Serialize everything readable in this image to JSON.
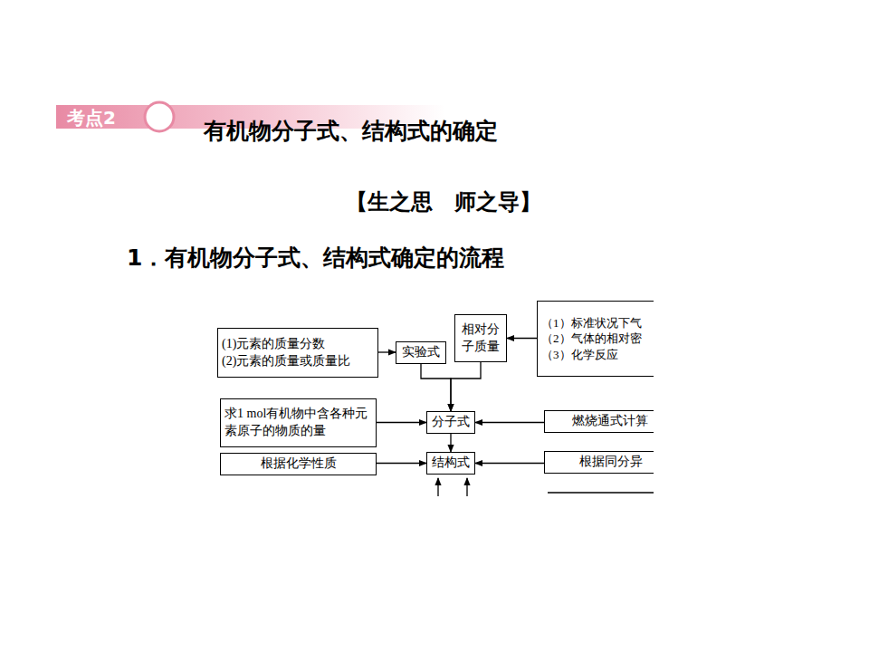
{
  "diagram": {
    "title": "有机物分子式、结构式的确定",
    "nodes": [
      {
        "text": [
          "(1)元素的质量分数",
          "(2)元素的质量或质量比"
        ]
      },
      {
        "text": [
          "实验式"
        ]
      },
      {
        "text": [
          "相对分子质量"
        ]
      },
      {
        "text": [
          "（1）标准状况下气",
          "（2）气体的相对密",
          "（3）化学反应"
        ]
      },
      {
        "text": [
          "求1 mol有机物中含各种元素原子的物质的量"
        ]
      },
      {
        "text": [
          "分子式"
        ]
      },
      {
        "text": [
          "燃烧通式计算"
        ]
      },
      {
        "text": [
          "根据化学性质"
        ]
      },
      {
        "text": [
          "结构式"
        ]
      },
      {
        "text": [
          "根据同分异"
        ]
      }
    ],
    "edges": [
      {
        "from": 0,
        "to": 1,
        "arrow": "to"
      },
      {
        "from": 3,
        "to": 2,
        "arrow": "to"
      },
      {
        "from": 1,
        "to": 5,
        "arrow": "to"
      },
      {
        "from": 2,
        "to": 5,
        "arrow": "to"
      },
      {
        "from": 4,
        "to": 5,
        "arrow": "to"
      },
      {
        "from": 6,
        "to": 5,
        "arrow": "to"
      },
      {
        "from": 5,
        "to": 8,
        "arrow": "to"
      },
      {
        "from": 7,
        "to": 8,
        "arrow": "to"
      },
      {
        "from": 9,
        "to": 8,
        "arrow": "to"
      }
    ],
    "labels": [
      "考点2",
      "【生之思　师之导】",
      "1．有机物分子式、结构式确定的流程"
    ]
  }
}
